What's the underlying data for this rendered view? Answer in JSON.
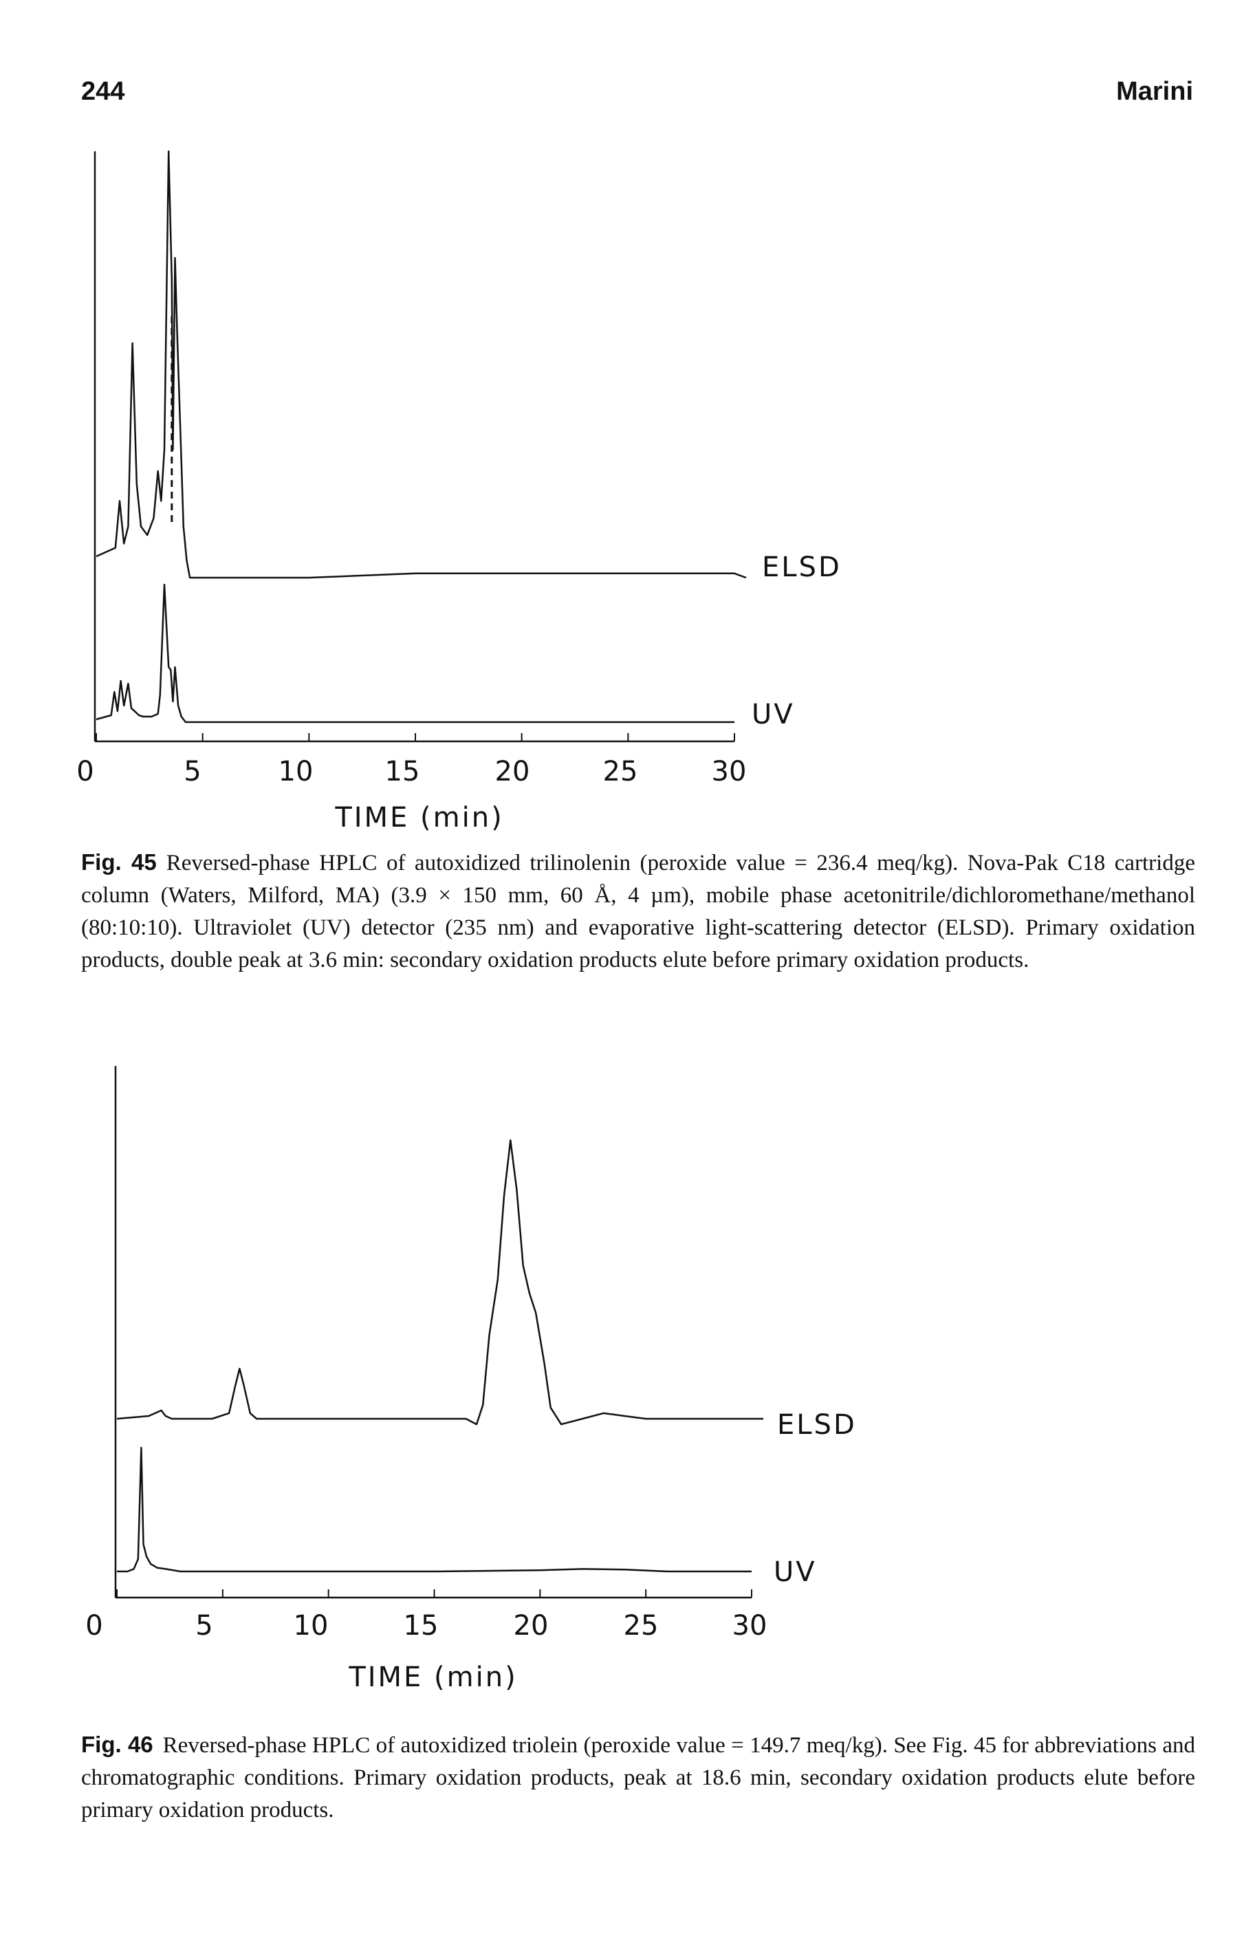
{
  "header": {
    "page_number": "244",
    "author": "Marini"
  },
  "figures": [
    {
      "label": "Fig. 45",
      "caption": "Reversed-phase HPLC of autoxidized trilinolenin (peroxide value = 236.4 meq/kg). Nova-Pak C18 cartridge column (Waters, Milford, MA) (3.9 × 150 mm, 60 Å, 4 µm), mobile phase acetonitrile/dichloromethane/methanol (80:10:10). Ultraviolet (UV) detector (235 nm) and evaporative light-scattering detector (ELSD). Primary oxidation products, double peak at 3.6 min: secondary oxidation products elute before primary oxidation products."
    },
    {
      "label": "Fig. 46",
      "caption": "Reversed-phase HPLC of autoxidized triolein (peroxide value = 149.7 meq/kg). See Fig. 45 for abbreviations and chromatographic conditions. Primary oxidation products, peak at 18.6 min, secondary oxidation products elute before primary oxidation products."
    }
  ],
  "chart_data": [
    {
      "type": "line",
      "xlabel": "TIME (min)",
      "ylabel": "",
      "xlim": [
        0,
        30
      ],
      "x_ticks": [
        "0",
        "5",
        "10",
        "15",
        "20",
        "25",
        "30"
      ],
      "grid": false,
      "series": [
        {
          "name": "ELSD",
          "x": [
            0,
            0.9,
            1.1,
            1.3,
            1.5,
            1.7,
            1.9,
            2.1,
            2.4,
            2.7,
            2.9,
            3.05,
            3.2,
            3.4,
            3.55,
            3.6,
            3.7,
            3.8,
            3.95,
            4.1,
            4.25,
            4.4,
            4.7,
            5.2,
            6,
            10,
            15,
            20,
            25,
            30
          ],
          "y": [
            0.05,
            0.07,
            0.18,
            0.08,
            0.12,
            0.55,
            0.22,
            0.12,
            0.1,
            0.14,
            0.25,
            0.18,
            0.3,
            1.0,
            0.7,
            0.3,
            0.75,
            0.58,
            0.35,
            0.12,
            0.04,
            0.0,
            0.0,
            0.0,
            0.0,
            0.0,
            0.01,
            0.01,
            0.01,
            0.01
          ]
        },
        {
          "name": "UV",
          "x": [
            0,
            0.7,
            0.85,
            1.0,
            1.15,
            1.3,
            1.5,
            1.65,
            1.8,
            2.0,
            2.2,
            2.6,
            2.9,
            3.0,
            3.2,
            3.4,
            3.5,
            3.6,
            3.7,
            3.85,
            4.0,
            4.2,
            4.5,
            5.0,
            10,
            15,
            20,
            25,
            30
          ],
          "y": [
            0.02,
            0.05,
            0.22,
            0.08,
            0.3,
            0.12,
            0.28,
            0.1,
            0.08,
            0.05,
            0.04,
            0.04,
            0.06,
            0.2,
            1.0,
            0.4,
            0.38,
            0.15,
            0.4,
            0.12,
            0.04,
            0.0,
            0.0,
            0.0,
            0.0,
            0.0,
            0.0,
            0.0,
            0.0
          ]
        }
      ]
    },
    {
      "type": "line",
      "xlabel": "TIME (min)",
      "ylabel": "",
      "xlim": [
        0,
        30
      ],
      "x_ticks": [
        "0",
        "5",
        "10",
        "15",
        "20",
        "25",
        "30"
      ],
      "grid": false,
      "series": [
        {
          "name": "ELSD",
          "x": [
            0,
            1.5,
            2.1,
            2.3,
            2.6,
            3,
            4.5,
            5.3,
            5.6,
            5.8,
            6.0,
            6.3,
            6.6,
            7,
            10,
            14,
            16.5,
            17.0,
            17.3,
            17.6,
            18.0,
            18.3,
            18.6,
            18.9,
            19.2,
            19.5,
            19.8,
            20.2,
            20.5,
            21,
            22,
            23,
            24,
            25,
            26,
            30
          ],
          "y": [
            0.0,
            0.01,
            0.03,
            0.01,
            0.0,
            0.0,
            0.0,
            0.02,
            0.12,
            0.18,
            0.12,
            0.02,
            0.0,
            0.0,
            0.0,
            0.0,
            0.0,
            -0.02,
            0.05,
            0.3,
            0.5,
            0.8,
            1.0,
            0.82,
            0.55,
            0.45,
            0.38,
            0.2,
            0.04,
            -0.02,
            0.0,
            0.02,
            0.01,
            0.0,
            0.0,
            0.0
          ]
        },
        {
          "name": "UV",
          "x": [
            0,
            0.5,
            0.8,
            1.0,
            1.15,
            1.25,
            1.4,
            1.6,
            1.9,
            2.3,
            3,
            10,
            15,
            20,
            22,
            24,
            26,
            30
          ],
          "y": [
            0.0,
            0.0,
            0.02,
            0.1,
            1.0,
            0.22,
            0.12,
            0.06,
            0.03,
            0.02,
            0.0,
            0.0,
            0.0,
            0.01,
            0.02,
            0.015,
            0.0,
            0.0
          ]
        }
      ]
    }
  ]
}
